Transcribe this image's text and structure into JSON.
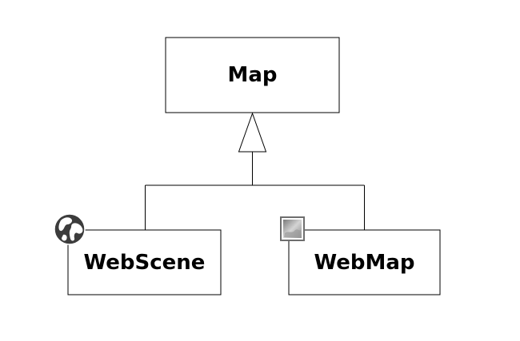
{
  "diagram": {
    "parent": {
      "label": "Map"
    },
    "children": [
      {
        "label": "WebScene",
        "icon": "globe-icon"
      },
      {
        "label": "WebMap",
        "icon": "map-tile-icon"
      }
    ],
    "relationship": "inheritance",
    "colors": {
      "stroke": "#000000",
      "background": "#ffffff",
      "icon_dark": "#3c3c3c",
      "icon_light": "#c8c8c8"
    }
  }
}
